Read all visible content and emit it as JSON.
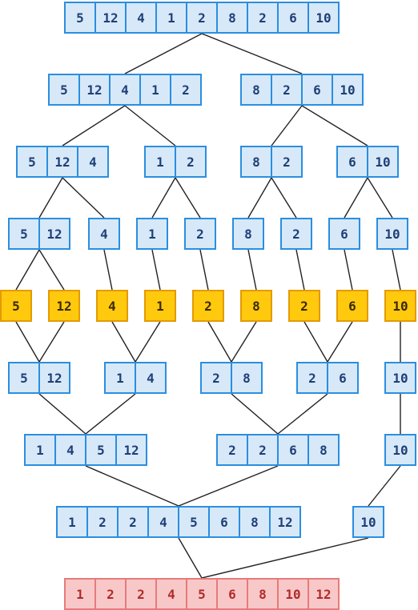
{
  "diagram": {
    "colors": {
      "split": "#d7e9f8",
      "leaf": "#ffc90e",
      "result": "#f8c8c8"
    },
    "nodes": [
      {
        "id": "a0",
        "style": "blue",
        "values": [
          "5",
          "12",
          "4",
          "1",
          "2",
          "8",
          "2",
          "6",
          "10"
        ]
      },
      {
        "id": "b0",
        "style": "blue",
        "values": [
          "5",
          "12",
          "4",
          "1",
          "2"
        ]
      },
      {
        "id": "b1",
        "style": "blue",
        "values": [
          "8",
          "2",
          "6",
          "10"
        ]
      },
      {
        "id": "c0",
        "style": "blue",
        "values": [
          "5",
          "12",
          "4"
        ]
      },
      {
        "id": "c1",
        "style": "blue",
        "values": [
          "1",
          "2"
        ]
      },
      {
        "id": "c2",
        "style": "blue",
        "values": [
          "8",
          "2"
        ]
      },
      {
        "id": "c3",
        "style": "blue",
        "values": [
          "6",
          "10"
        ]
      },
      {
        "id": "d0",
        "style": "blue",
        "values": [
          "5",
          "12"
        ]
      },
      {
        "id": "d1",
        "style": "blue",
        "values": [
          "4"
        ]
      },
      {
        "id": "d2",
        "style": "blue",
        "values": [
          "1"
        ]
      },
      {
        "id": "d3",
        "style": "blue",
        "values": [
          "2"
        ]
      },
      {
        "id": "d4",
        "style": "blue",
        "values": [
          "8"
        ]
      },
      {
        "id": "d5",
        "style": "blue",
        "values": [
          "2"
        ]
      },
      {
        "id": "d6",
        "style": "blue",
        "values": [
          "6"
        ]
      },
      {
        "id": "d7",
        "style": "blue",
        "values": [
          "10"
        ]
      },
      {
        "id": "e0",
        "style": "yellow",
        "values": [
          "5"
        ]
      },
      {
        "id": "e1",
        "style": "yellow",
        "values": [
          "12"
        ]
      },
      {
        "id": "e2",
        "style": "yellow",
        "values": [
          "4"
        ]
      },
      {
        "id": "e3",
        "style": "yellow",
        "values": [
          "1"
        ]
      },
      {
        "id": "e4",
        "style": "yellow",
        "values": [
          "2"
        ]
      },
      {
        "id": "e5",
        "style": "yellow",
        "values": [
          "8"
        ]
      },
      {
        "id": "e6",
        "style": "yellow",
        "values": [
          "2"
        ]
      },
      {
        "id": "e7",
        "style": "yellow",
        "values": [
          "6"
        ]
      },
      {
        "id": "e8",
        "style": "yellow",
        "values": [
          "10"
        ]
      },
      {
        "id": "f0",
        "style": "blue",
        "values": [
          "5",
          "12"
        ]
      },
      {
        "id": "f1",
        "style": "blue",
        "values": [
          "1",
          "4"
        ]
      },
      {
        "id": "f2",
        "style": "blue",
        "values": [
          "2",
          "8"
        ]
      },
      {
        "id": "f3",
        "style": "blue",
        "values": [
          "2",
          "6"
        ]
      },
      {
        "id": "f4",
        "style": "blue",
        "values": [
          "10"
        ]
      },
      {
        "id": "g0",
        "style": "blue",
        "values": [
          "1",
          "4",
          "5",
          "12"
        ]
      },
      {
        "id": "g1",
        "style": "blue",
        "values": [
          "2",
          "2",
          "6",
          "8"
        ]
      },
      {
        "id": "g2",
        "style": "blue",
        "values": [
          "10"
        ]
      },
      {
        "id": "h0",
        "style": "blue",
        "values": [
          "1",
          "2",
          "2",
          "4",
          "5",
          "6",
          "8",
          "12"
        ]
      },
      {
        "id": "h1",
        "style": "blue",
        "values": [
          "10"
        ]
      },
      {
        "id": "i0",
        "style": "red",
        "values": [
          "1",
          "2",
          "2",
          "4",
          "5",
          "6",
          "8",
          "10",
          "12"
        ]
      }
    ],
    "edges": [
      [
        "a0",
        "b0"
      ],
      [
        "a0",
        "b1"
      ],
      [
        "b0",
        "c0"
      ],
      [
        "b0",
        "c1"
      ],
      [
        "b1",
        "c2"
      ],
      [
        "b1",
        "c3"
      ],
      [
        "c0",
        "d0"
      ],
      [
        "c0",
        "d1"
      ],
      [
        "c1",
        "d2"
      ],
      [
        "c1",
        "d3"
      ],
      [
        "c2",
        "d4"
      ],
      [
        "c2",
        "d5"
      ],
      [
        "c3",
        "d6"
      ],
      [
        "c3",
        "d7"
      ],
      [
        "d0",
        "e0"
      ],
      [
        "d0",
        "e1"
      ],
      [
        "d1",
        "e2"
      ],
      [
        "d2",
        "e3"
      ],
      [
        "d3",
        "e4"
      ],
      [
        "d4",
        "e5"
      ],
      [
        "d5",
        "e6"
      ],
      [
        "d6",
        "e7"
      ],
      [
        "d7",
        "e8"
      ],
      [
        "e0",
        "f0"
      ],
      [
        "e1",
        "f0"
      ],
      [
        "e2",
        "f1"
      ],
      [
        "e3",
        "f1"
      ],
      [
        "e4",
        "f2"
      ],
      [
        "e5",
        "f2"
      ],
      [
        "e6",
        "f3"
      ],
      [
        "e7",
        "f3"
      ],
      [
        "e8",
        "f4"
      ],
      [
        "f0",
        "g0"
      ],
      [
        "f1",
        "g0"
      ],
      [
        "f2",
        "g1"
      ],
      [
        "f3",
        "g1"
      ],
      [
        "f4",
        "g2"
      ],
      [
        "g0",
        "h0"
      ],
      [
        "g1",
        "h0"
      ],
      [
        "g2",
        "h1"
      ],
      [
        "h0",
        "i0"
      ],
      [
        "h1",
        "i0"
      ]
    ]
  }
}
